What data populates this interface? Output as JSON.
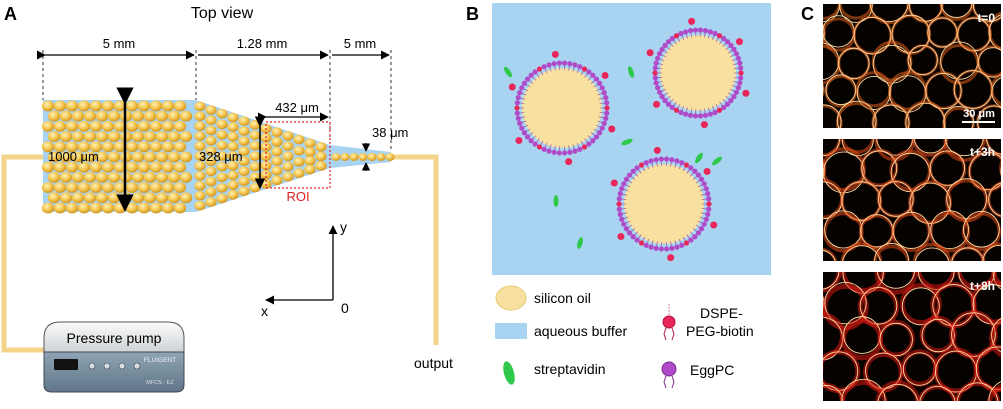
{
  "panelA": {
    "letter": "A",
    "title": "Top view",
    "dim_5mm_left": "5 mm",
    "dim_128mm": "1.28 mm",
    "dim_5mm_right": "5 mm",
    "width_432": "432 μm",
    "width_38": "38 μm",
    "height_1000": "1000 μm",
    "height_328": "328 μm",
    "roi": "ROI",
    "axis_y": "y",
    "axis_x": "x",
    "axis_origin": "0",
    "pump_label": "Pressure pump",
    "pump_brand": "FLUIGENT",
    "pump_model": "MFCS - EZ",
    "output": "output"
  },
  "panelB": {
    "letter": "B",
    "legend_oil": "silicon oil",
    "legend_buffer": "aqueous buffer",
    "legend_strep": "streptavidin",
    "legend_dspe_1": "DSPE-",
    "legend_dspe_2": "PEG-biotin",
    "legend_eggpc": "EggPC"
  },
  "panelC": {
    "letter": "C",
    "t0": "t=0",
    "scale": "30 μm",
    "t3": "t+3h",
    "t8": "t+8h"
  },
  "colors": {
    "droplet": "#f3c24a",
    "buffer": "#a8d4f2",
    "oil": "#f8e1a0",
    "membrane": "#b04ac8",
    "dspe": "#e8265a",
    "strep": "#2ec84a",
    "tube": "#f3d48a",
    "roi": "#e02020"
  }
}
